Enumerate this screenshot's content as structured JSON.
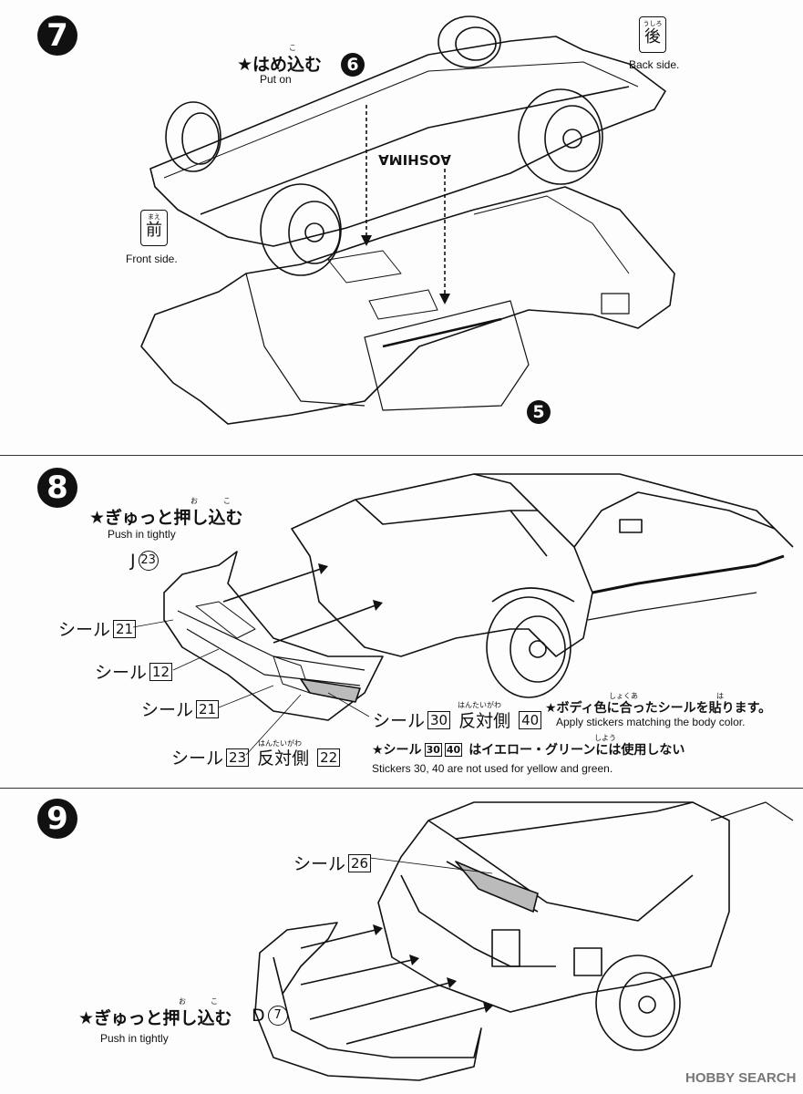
{
  "steps": {
    "s7": {
      "number": "7",
      "instruction_jp": "★はめ込む",
      "instruction_en": "Put on",
      "ruby_komu": "こ",
      "part_chassis": "6",
      "part_body": "5",
      "back_side_furigana": "うしろ",
      "back_side_kanji": "後",
      "back_side_en": "Back side.",
      "front_side_furigana": "まえ",
      "front_side_kanji": "前",
      "front_side_en": "Front side.",
      "chassis_marking": "AOSHIMA"
    },
    "s8": {
      "number": "8",
      "instruction_jp": "★ぎゅっと押し込む",
      "ruby_oshi": "お",
      "ruby_komu": "こ",
      "instruction_en": "Push in tightly",
      "part_letter": "J",
      "part_number": "23",
      "stickers": [
        {
          "label": "シール",
          "num": "21"
        },
        {
          "label": "シール",
          "num": "12"
        },
        {
          "label": "シール",
          "num": "21"
        }
      ],
      "sticker_a": {
        "label": "シール",
        "num": "30",
        "opp": "反対側",
        "opp_ruby": "はんたいがわ",
        "opp_num": "40"
      },
      "sticker_b": {
        "label": "シール",
        "num": "23",
        "opp": "反対側",
        "opp_ruby": "はんたいがわ",
        "opp_num": "22"
      },
      "note1_jp": "★ボディ色に合ったシールを貼ります。",
      "note1_ruby": [
        "しょく",
        "あ",
        "は"
      ],
      "note1_en": "Apply stickers matching the body color.",
      "note2_prefix": "★シール",
      "note2_nums": [
        "30",
        "40"
      ],
      "note2_suffix": "はイエロー・グリーンには使用しない",
      "note2_ruby": "しよう",
      "note2_en": "Stickers 30, 40 are not used for yellow and green."
    },
    "s9": {
      "number": "9",
      "sticker": {
        "label": "シール",
        "num": "26"
      },
      "instruction_jp": "★ぎゅっと押し込む",
      "ruby_oshi": "お",
      "ruby_komu": "こ",
      "instruction_en": "Push in tightly",
      "part_letter": "D",
      "part_number": "7"
    }
  },
  "watermark": "HOBBY SEARCH"
}
